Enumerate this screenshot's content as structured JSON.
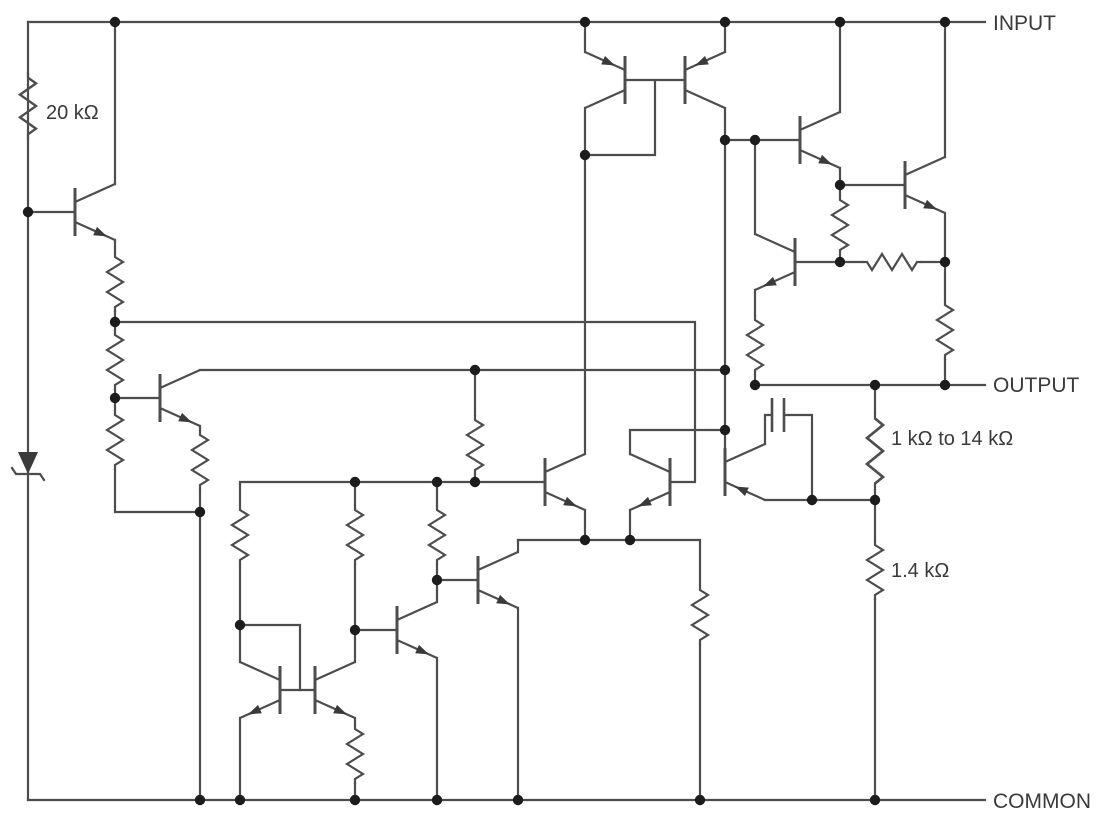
{
  "diagram": {
    "type": "circuit-schematic",
    "terminals": {
      "input": "INPUT",
      "output": "OUTPUT",
      "common": "COMMON"
    },
    "resistor_labels": {
      "r_top_left": "20 kΩ",
      "r_feedback": "1 kΩ to 14 kΩ",
      "r_divider": "1.4 kΩ"
    },
    "colors": {
      "wire": "#4d4d4d",
      "junction": "#1c1c1c",
      "text": "#3a3a3a",
      "background": "#ffffff"
    }
  }
}
